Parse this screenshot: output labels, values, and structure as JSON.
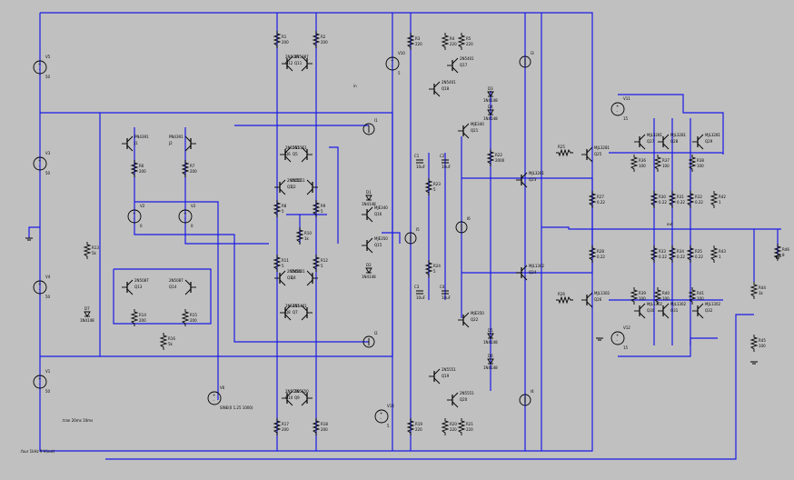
{
  "colors": {
    "background": "#c0c0c0",
    "wire": "#1a1ae6",
    "component": "#000000"
  },
  "sources": {
    "v5": {
      "name": "V5",
      "value": "50"
    },
    "v3": {
      "name": "V3",
      "value": "50"
    },
    "v4": {
      "name": "V4",
      "value": "50"
    },
    "v1": {
      "name": "V1",
      "value": "50"
    },
    "v2": {
      "name": "V2",
      "value": "0"
    },
    "v10": {
      "name": "V10",
      "value": "5"
    },
    "v11": {
      "name": "V11",
      "value": "15"
    },
    "v12": {
      "name": "V12",
      "value": "15"
    },
    "v14": {
      "name": "V14",
      "value": "5"
    },
    "v6": {
      "name": "V6",
      "value": "SINE(0 1.25 1000)"
    }
  },
  "transistors": {
    "q_top_left_pair": [
      "2N5087",
      "2N5087"
    ],
    "q_top_left_labels": [
      "Q11",
      "Q12"
    ],
    "q_diff_top": [
      "2N5551",
      "2N5551"
    ],
    "q_diff_bot": [
      "2N5401",
      "2N5401"
    ],
    "q_bottom_pair": [
      "2N5550",
      "2N5550"
    ],
    "jfet_left": [
      "J1",
      "J2"
    ],
    "mje": [
      "MJE340",
      "MJE350"
    ],
    "vas_npn": "2N5551",
    "output_labels": [
      "MJL3281",
      "MJL1302"
    ]
  },
  "resistors": {
    "r_top": [
      "200",
      "200",
      "220",
      "220",
      "220"
    ],
    "r_small": [
      "5",
      "5",
      "0.22",
      "0.22"
    ],
    "r_load": "8"
  },
  "diodes": [
    "1N4148",
    "1N4148",
    "1N4148",
    "1N4148"
  ],
  "annotations": {
    "directive_1": ".tran 20ms 10ms",
    "directive_2": ".four 1kHz 9 V(out)",
    "out_label": "out",
    "in_label": "in"
  }
}
